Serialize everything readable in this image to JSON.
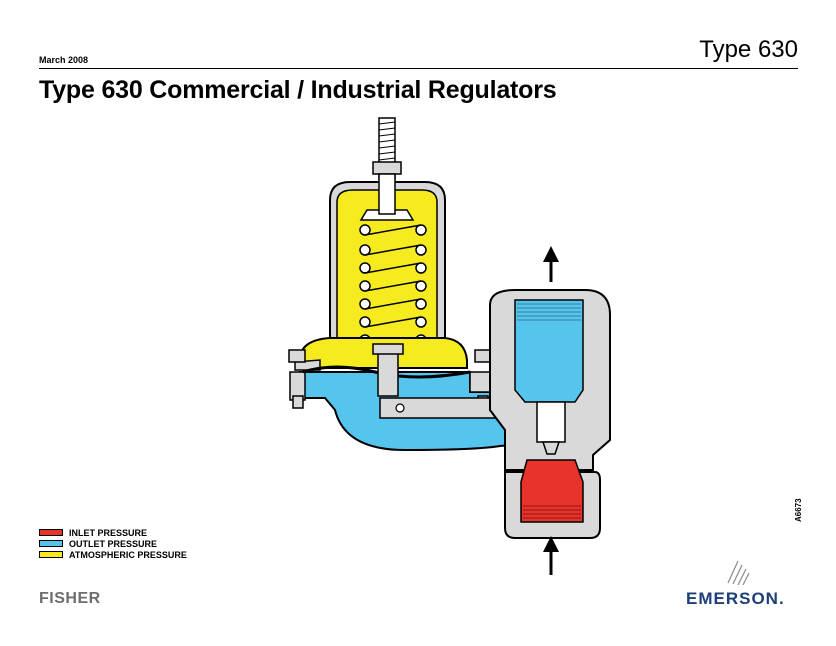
{
  "header": {
    "date": "March 2008",
    "product": "Type 630",
    "title": "Type 630 Commercial / Industrial Regulators"
  },
  "legend": [
    {
      "label": "INLET PRESSURE",
      "color": "#e8332a"
    },
    {
      "label": "OUTLET PRESSURE",
      "color": "#56c5ee"
    },
    {
      "label": "ATMOSPHERIC PRESSURE",
      "color": "#f5eb1f"
    }
  ],
  "drawing_id": "A6673",
  "footer": {
    "left_logo": "FISHER",
    "right_logo": "EMERSON."
  },
  "colors": {
    "inlet": "#e8332a",
    "outlet": "#56c5ee",
    "atmospheric": "#f5eb1f",
    "body": "#d9d9d9",
    "emerson_blue": "#1c3f7a"
  },
  "icons": [
    "fisher-logo",
    "emerson-logo-icon",
    "flow-arrow-icon"
  ]
}
